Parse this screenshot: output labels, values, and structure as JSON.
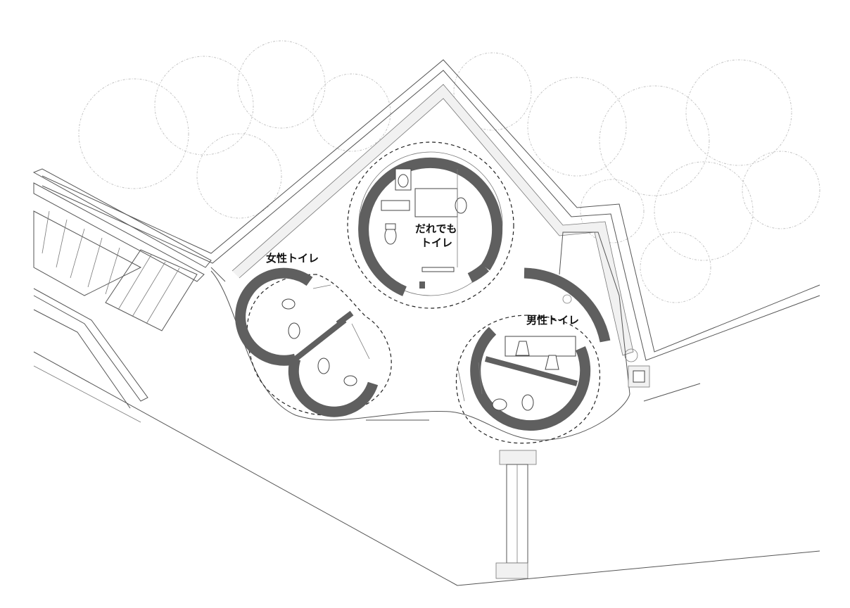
{
  "labels": {
    "accessible_line1": "だれでも",
    "accessible_line2": "トイレ",
    "women": "女性トイレ",
    "men": "男性トイレ"
  },
  "colors": {
    "wall": "#5f5f5f",
    "background": "#ffffff",
    "lines": "#555555",
    "trees": "#c4c4c4"
  },
  "icons": {
    "tree_canopy": "tree-canopy-icon",
    "toilet": "toilet-icon",
    "sink": "sink-icon",
    "urinal": "urinal-icon"
  }
}
